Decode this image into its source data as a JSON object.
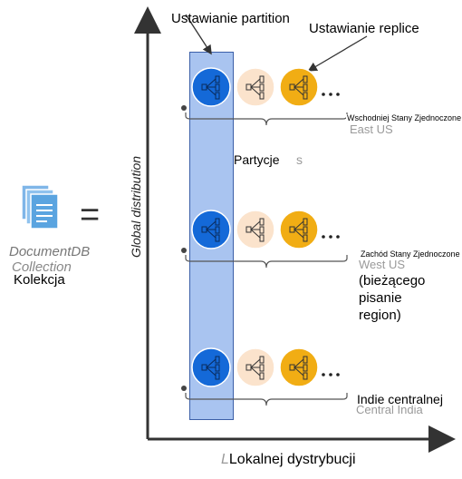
{
  "annotations": {
    "partition_setting": "Ustawianie partition",
    "replica_setting": "Ustawianie replice",
    "partitions": "Partycje",
    "ellipsis": "•••"
  },
  "axes": {
    "y_label": "Global distribution",
    "x_label": "Lokalnej dystrybucji",
    "x_label_ghost": "L"
  },
  "left": {
    "equals": "=",
    "doc_title": "DocumentDB",
    "doc_sub": "Collection",
    "collection_label": "Kolekcja"
  },
  "regions": [
    {
      "label": "Wschodniej Stany Zjednoczone",
      "ghost": "East US"
    },
    {
      "label": "Zachód Stany Zjednoczone",
      "ghost": "West US",
      "extra_lines": [
        "(bieżącego",
        "pisanie",
        "region)"
      ]
    },
    {
      "label": "Indie centralnej",
      "ghost": "Central India"
    }
  ],
  "colors": {
    "partition_band": "#a9c4f0",
    "partition_band_border": "#3b5fa8",
    "node_blue": "#1469d8",
    "node_peach": "#fbe3cc",
    "node_orange": "#f1ad14",
    "axis": "#333333"
  }
}
